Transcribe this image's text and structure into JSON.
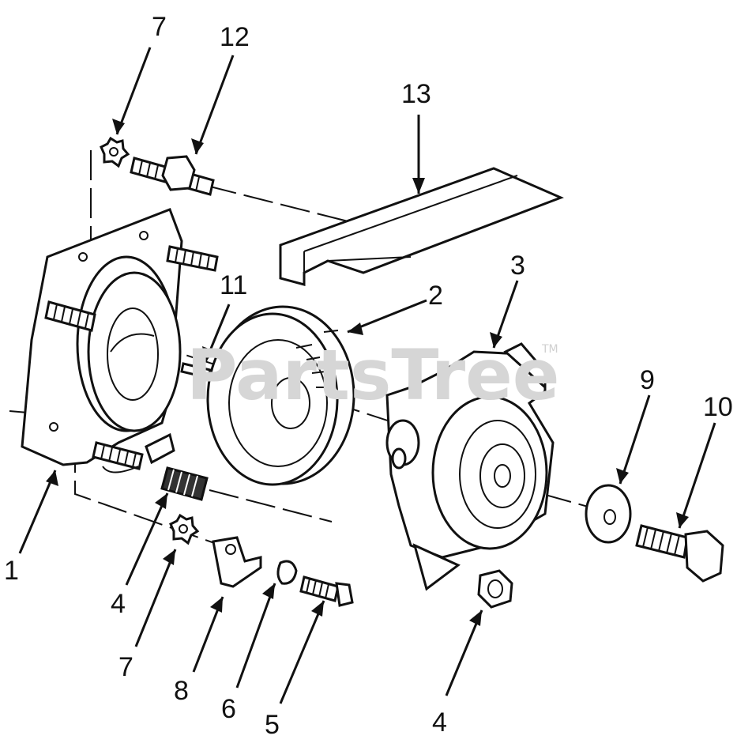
{
  "watermark": {
    "text": "PartsTree",
    "trademark": "TM"
  },
  "callouts": [
    {
      "id": "label-7-top",
      "text": "7"
    },
    {
      "id": "label-12",
      "text": "12"
    },
    {
      "id": "label-13",
      "text": "13"
    },
    {
      "id": "label-11",
      "text": "11"
    },
    {
      "id": "label-2",
      "text": "2"
    },
    {
      "id": "label-3",
      "text": "3"
    },
    {
      "id": "label-9",
      "text": "9"
    },
    {
      "id": "label-10",
      "text": "10"
    },
    {
      "id": "label-1",
      "text": "1"
    },
    {
      "id": "label-4-left",
      "text": "4"
    },
    {
      "id": "label-7-bottom",
      "text": "7"
    },
    {
      "id": "label-8",
      "text": "8"
    },
    {
      "id": "label-6",
      "text": "6"
    },
    {
      "id": "label-5",
      "text": "5"
    },
    {
      "id": "label-4-right",
      "text": "4"
    }
  ],
  "colors": {
    "ink": "#111111",
    "watermark": "#d6d6d6",
    "background": "#ffffff"
  }
}
